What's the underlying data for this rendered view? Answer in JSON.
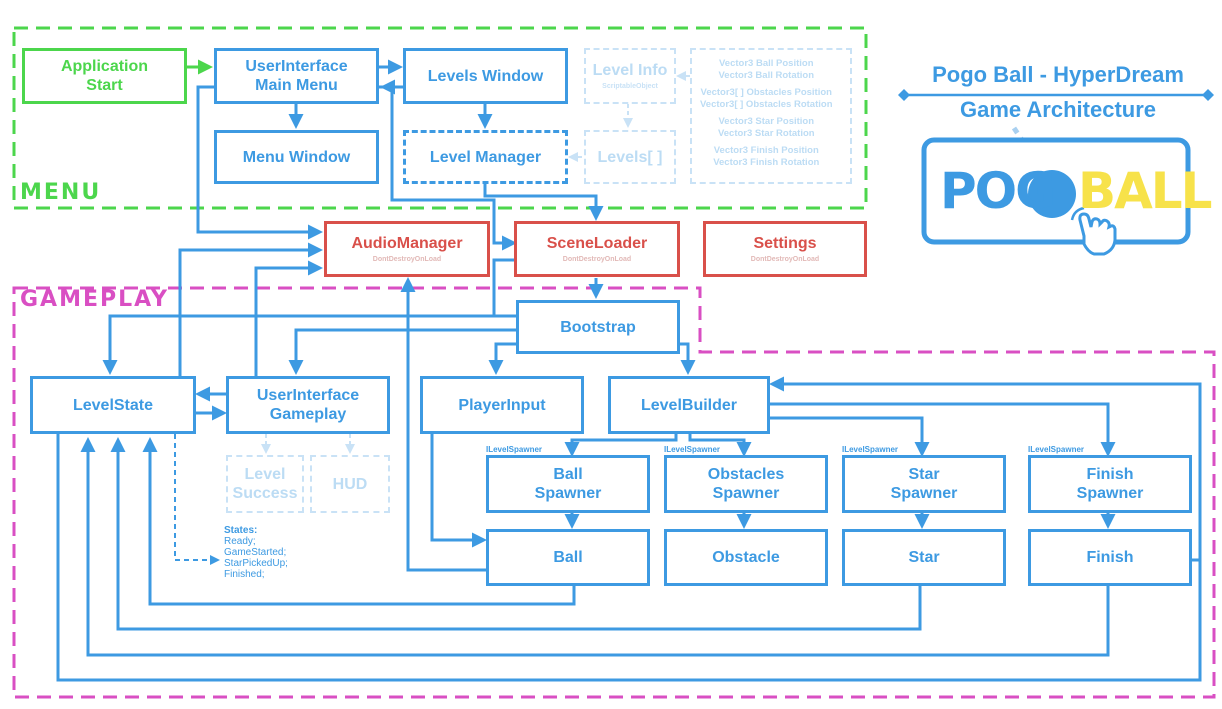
{
  "regions": {
    "menu": {
      "label": "MENU",
      "color": "#4cd64c"
    },
    "gameplay": {
      "label": "GAMEPLAY",
      "color": "#d94fc3"
    }
  },
  "header": {
    "title_line1": "Pogo Ball - HyperDream",
    "title_line2": "Game Architecture"
  },
  "logo": {
    "left": "POG",
    "right": "BALL",
    "right_color": "#f7e24a",
    "left_color": "#3d9ae2"
  },
  "nodes": {
    "app_start": "Application\nStart",
    "ui_main_menu": "UserInterface\nMain Menu",
    "levels_window": "Levels Window",
    "menu_window": "Menu Window",
    "level_manager": "Level Manager",
    "level_info": "Level Info",
    "level_info_sub": "ScriptableObject",
    "levels_array": "Levels[ ]",
    "audio_manager": "AudioManager",
    "scene_loader": "SceneLoader",
    "settings": "Settings",
    "dont_destroy": "DontDestroyOnLoad",
    "bootstrap": "Bootstrap",
    "level_state": "LevelState",
    "ui_gameplay": "UserInterface\nGameplay",
    "player_input": "PlayerInput",
    "level_builder": "LevelBuilder",
    "level_success": "Level\nSuccess",
    "hud": "HUD",
    "ball_spawner": "Ball\nSpawner",
    "obstacles_spawner": "Obstacles\nSpawner",
    "star_spawner": "Star\nSpawner",
    "finish_spawner": "Finish\nSpawner",
    "ball": "Ball",
    "obstacle": "Obstacle",
    "star": "Star",
    "finish": "Finish"
  },
  "spawner_tag": "ILevelSpawner",
  "level_info_fields": [
    "Vector3 Ball Position",
    "Vector3 Ball Rotation",
    "Vector3[ ] Obstacles Position",
    "Vector3[ ] Obstacles Rotation",
    "Vector3 Star Position",
    "Vector3 Star Rotation",
    "Vector3 Finish Position",
    "Vector3 Finish Rotation"
  ],
  "states": {
    "title": "States:",
    "items": [
      "Ready;",
      "GameStarted;",
      "StarPickedUp;",
      "Finished;"
    ]
  },
  "colors": {
    "blue": "#3d9ae2",
    "red": "#d9504a",
    "green": "#4cd64c",
    "magenta": "#d94fc3",
    "faded": "#bcdcf4"
  }
}
